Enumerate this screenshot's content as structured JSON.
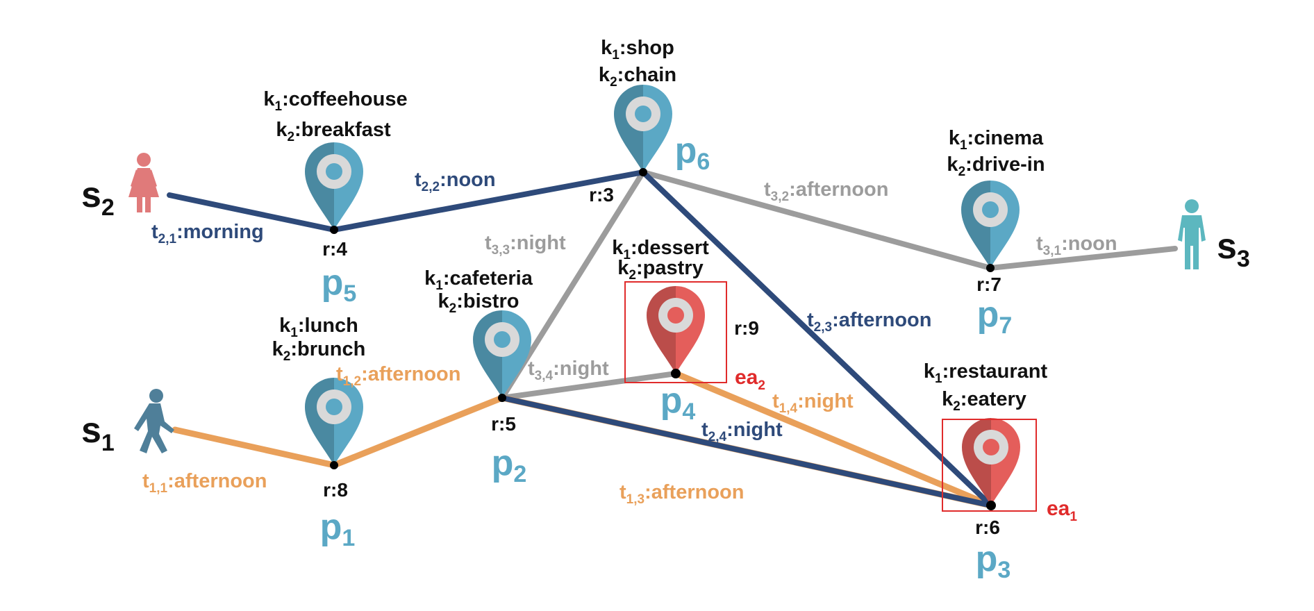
{
  "colors": {
    "s1_route": "#E9A05A",
    "s2_route": "#2E4A7A",
    "s3_route": "#9C9C9C",
    "poi_blue": "#5BA8C5",
    "poi_red": "#E45E5B",
    "highlight": "#E02B2B",
    "user_s2": "#E07A7A",
    "user_s1": "#4F7F99",
    "user_s3": "#5CB7BF"
  },
  "users": [
    {
      "id": "s1",
      "base": "s",
      "sub": "1"
    },
    {
      "id": "s2",
      "base": "s",
      "sub": "2"
    },
    {
      "id": "s3",
      "base": "s",
      "sub": "3"
    }
  ],
  "pois": [
    {
      "id": "p1",
      "base": "p",
      "sub": "1",
      "rating": "r:8",
      "k1": "lunch",
      "k2": "brunch"
    },
    {
      "id": "p2",
      "base": "p",
      "sub": "2",
      "rating": "r:5",
      "k1": "cafeteria",
      "k2": "bistro"
    },
    {
      "id": "p3",
      "base": "p",
      "sub": "3",
      "rating": "r:6",
      "k1": "restaurant",
      "k2": "eatery"
    },
    {
      "id": "p4",
      "base": "p",
      "sub": "4",
      "rating": "r:9",
      "k1": "dessert",
      "k2": "pastry"
    },
    {
      "id": "p5",
      "base": "p",
      "sub": "5",
      "rating": "r:4",
      "k1": "coffeehouse",
      "k2": "breakfast"
    },
    {
      "id": "p6",
      "base": "p",
      "sub": "6",
      "rating": "r:3",
      "k1": "shop",
      "k2": "chain"
    },
    {
      "id": "p7",
      "base": "p",
      "sub": "7",
      "rating": "r:7",
      "k1": "cinema",
      "k2": "drive-in"
    }
  ],
  "keyword_prefix": {
    "k1": "k",
    "k1_sub": "1",
    "k2": "k",
    "k2_sub": "2",
    "sep": ":"
  },
  "edges": [
    {
      "id": "t11",
      "base": "t",
      "sub": "1,1",
      "time": ":afternoon"
    },
    {
      "id": "t12",
      "base": "t",
      "sub": "1,2",
      "time": ":afternoon"
    },
    {
      "id": "t13",
      "base": "t",
      "sub": "1,3",
      "time": ":afternoon"
    },
    {
      "id": "t14",
      "base": "t",
      "sub": "1,4",
      "time": ":night"
    },
    {
      "id": "t21",
      "base": "t",
      "sub": "2,1",
      "time": ":morning"
    },
    {
      "id": "t22",
      "base": "t",
      "sub": "2,2",
      "time": ":noon"
    },
    {
      "id": "t23",
      "base": "t",
      "sub": "2,3",
      "time": ":afternoon"
    },
    {
      "id": "t24",
      "base": "t",
      "sub": "2,4",
      "time": ":night"
    },
    {
      "id": "t31",
      "base": "t",
      "sub": "3,1",
      "time": ":noon"
    },
    {
      "id": "t32",
      "base": "t",
      "sub": "3,2",
      "time": ":afternoon"
    },
    {
      "id": "t33",
      "base": "t",
      "sub": "3,3",
      "time": ":night"
    },
    {
      "id": "t34",
      "base": "t",
      "sub": "3,4",
      "time": ":night"
    }
  ],
  "highlights": [
    {
      "id": "ea1",
      "base": "ea",
      "sub": "1"
    },
    {
      "id": "ea2",
      "base": "ea",
      "sub": "2"
    }
  ]
}
